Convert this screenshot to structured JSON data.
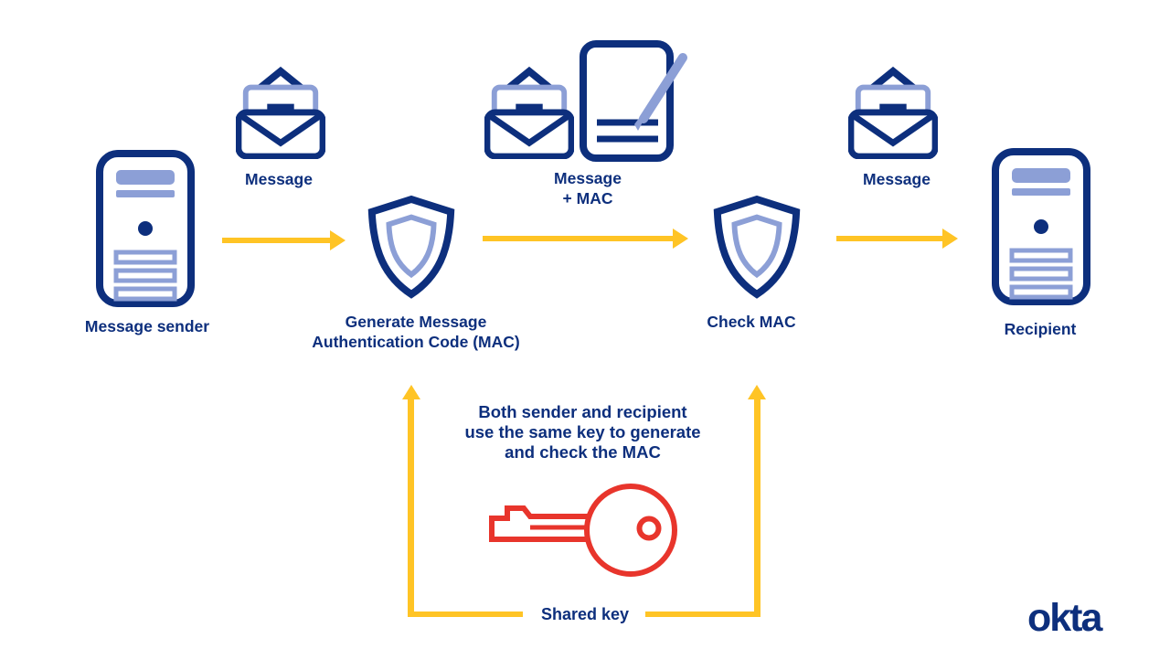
{
  "colors": {
    "navy": "#0d2f7d",
    "peri": "#8c9fd6",
    "yellow": "#ffc425",
    "red": "#e8352c"
  },
  "nodes": {
    "sender": {
      "label": "Message sender",
      "icon": "server-icon"
    },
    "message_1": {
      "label": "Message",
      "icon": "open-envelope-icon"
    },
    "generate_mac": {
      "label_line1": "Generate Message",
      "label_line2": "Authentication Code (MAC)",
      "icon": "shield-icon"
    },
    "message_mac": {
      "label_line1": "Message",
      "label_line2": "+ MAC",
      "icon": "envelope-and-signed-document-icon"
    },
    "check_mac": {
      "label": "Check MAC",
      "icon": "shield-icon"
    },
    "message_2": {
      "label": "Message",
      "icon": "open-envelope-icon"
    },
    "recipient": {
      "label": "Recipient",
      "icon": "server-icon"
    }
  },
  "shared_key": {
    "note_line1": "Both sender and recipient",
    "note_line2": "use the same key to generate",
    "note_line3": "and check the MAC",
    "label": "Shared key",
    "icon": "key-icon"
  },
  "branding": {
    "logo": "okta"
  }
}
